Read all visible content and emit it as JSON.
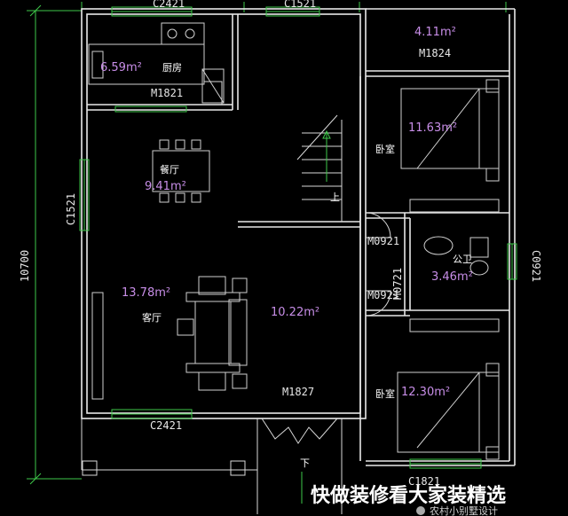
{
  "plan": {
    "overall_dimension": "10700",
    "windows": {
      "kitchen_top": "C2421",
      "stair_top": "C1521",
      "dining_left": "C1521",
      "living_bottom": "C2421",
      "bath_right": "C0921",
      "bedroom_bottom": "C1821"
    },
    "doors": {
      "kitchen": "M1821",
      "balcony": "M1824",
      "bedroom_upper": "M0921",
      "bedroom_lower": "M0921",
      "bath": "M0721",
      "entry": "M1827"
    },
    "rooms": {
      "kitchen": {
        "name": "厨房",
        "area": "6.59m²"
      },
      "dining": {
        "name": "餐厅",
        "area": "9.41m²"
      },
      "living": {
        "name": "客厅",
        "area": "13.78m²"
      },
      "hall_area": "10.22m²",
      "balcony_area": "4.11m²",
      "bedroom_upper": {
        "name": "卧室",
        "area": "11.63m²"
      },
      "bedroom_lower": {
        "name": "卧室",
        "area": "12.30m²"
      },
      "bath": {
        "name": "公卫",
        "area": "3.46m²"
      }
    },
    "stair_up": "上",
    "stair_down": "下"
  },
  "watermark": {
    "main": "快做装修看大家装精选",
    "sub": "农村小别墅设计"
  },
  "colors": {
    "background": "#000000",
    "walls": "#e8e8e8",
    "dimension": "#3ec84a",
    "area_text": "#c88ee8"
  }
}
